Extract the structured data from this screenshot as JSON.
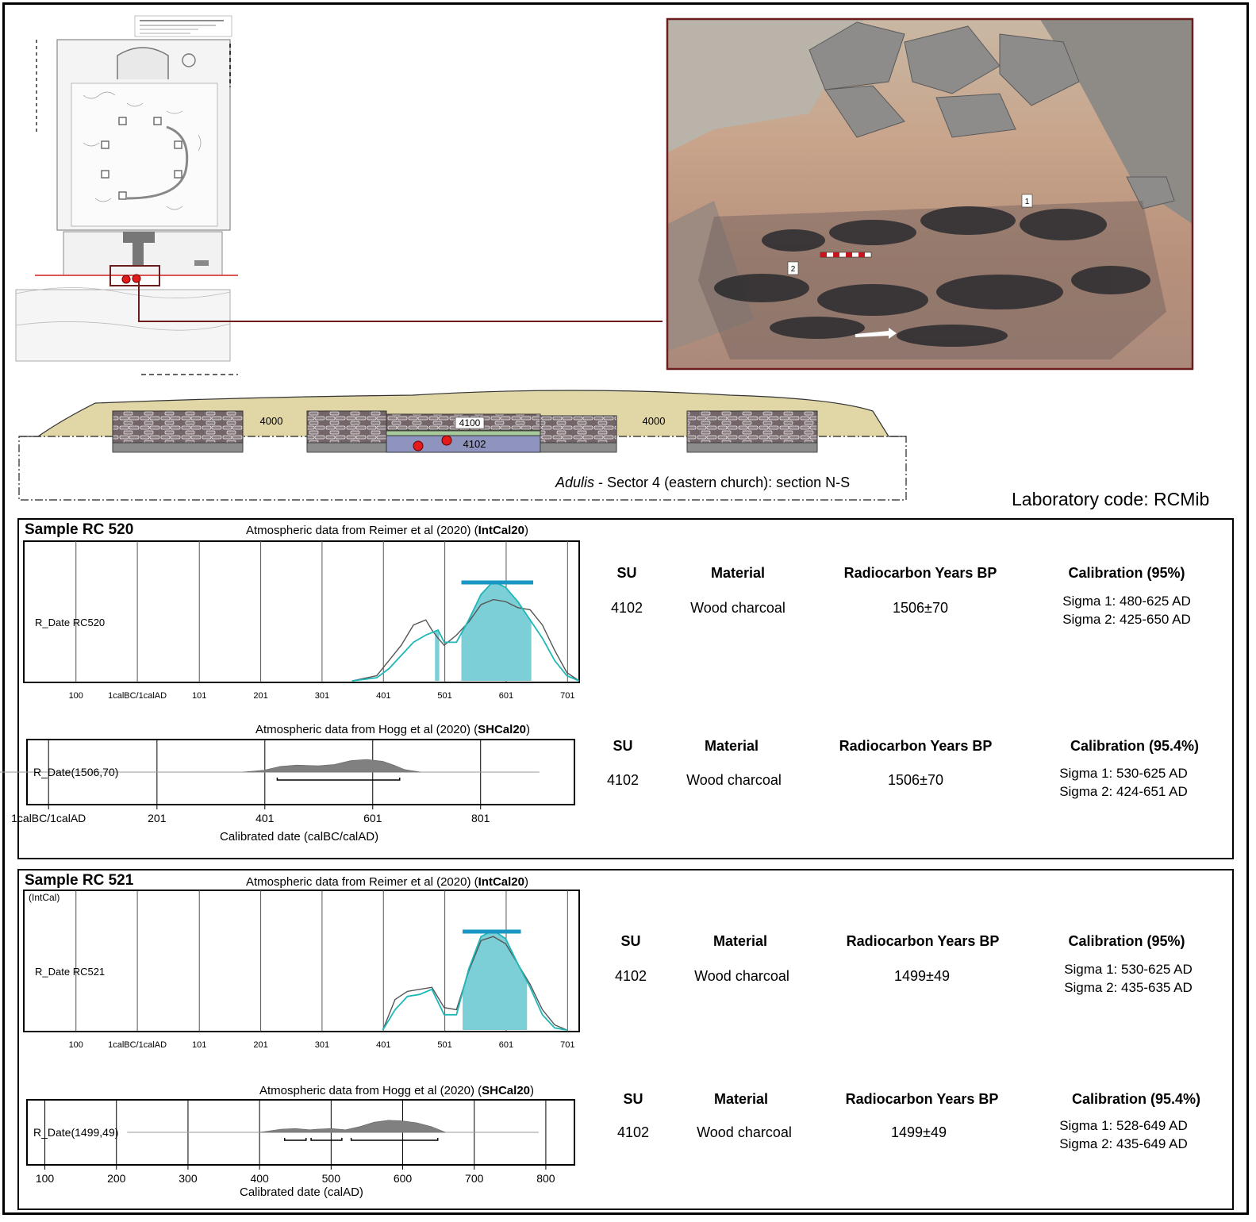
{
  "figure": {
    "section_caption_site": "Adulis",
    "section_caption_rest": " - Sector 4 (eastern church): section N-S",
    "lab_code": "Laboratory code: RCMib",
    "su_labels": {
      "left": "4000",
      "right": "4000",
      "top": "4100",
      "bottom": "4102"
    },
    "photo_tags": [
      "1",
      "2"
    ]
  },
  "table_headers": {
    "su": "SU",
    "material": "Material",
    "years": "Radiocarbon Years BP",
    "cal95": "Calibration (95%)",
    "cal954": "Calibration (95.4%)"
  },
  "samples": [
    {
      "title": "Sample RC 520",
      "intcal": {
        "atm_prefix": "Atmospheric data from Reimer et al (2020) (",
        "atm_bold": "IntCal20",
        "atm_suffix": ")",
        "rdate_label": "R_Date RC520",
        "row": {
          "su": "4102",
          "material": "Wood charcoal",
          "years": "1506±70",
          "sigma1": "Sigma 1: 480-625 AD",
          "sigma2": "Sigma 2: 425-650 AD"
        }
      },
      "shcal": {
        "atm_prefix": "Atmospheric data from Hogg et al (2020) (",
        "atm_bold": "SHCal20",
        "atm_suffix": ")",
        "rdate_label": "R_Date(1506,70)",
        "xlabel": "Calibrated date (calBC/calAD)",
        "row": {
          "su": "4102",
          "material": "Wood charcoal",
          "years": "1506±70",
          "sigma1": "Sigma 1: 530-625 AD",
          "sigma2": "Sigma 2: 424-651 AD"
        }
      }
    },
    {
      "title": "Sample RC 521",
      "intcal": {
        "atm_prefix": "Atmospheric data from Reimer et al (2020) (",
        "atm_bold": "IntCal20",
        "atm_suffix": ")",
        "corner_label": "(IntCal)",
        "rdate_label": "R_Date RC521",
        "row": {
          "su": "4102",
          "material": "Wood charcoal",
          "years": "1499±49",
          "sigma1": "Sigma 1: 530-625 AD",
          "sigma2": "Sigma 2: 435-635 AD"
        }
      },
      "shcal": {
        "atm_prefix": "Atmospheric data from Hogg et al (2020) (",
        "atm_bold": "SHCal20",
        "atm_suffix": ")",
        "rdate_label": "R_Date(1499,49)",
        "xlabel": "Calibrated date (calAD)",
        "row": {
          "su": "4102",
          "material": "Wood charcoal",
          "years": "1499±49",
          "sigma1": "Sigma 1: 528-649 AD",
          "sigma2": "Sigma 2: 435-649 AD"
        }
      }
    }
  ],
  "chart_data": [
    {
      "type": "area",
      "name_ref": "RC520 IntCal20",
      "x_ticks": [
        "100",
        "1calBC/1calAD",
        "101",
        "201",
        "301",
        "401",
        "501",
        "601",
        "701"
      ],
      "x_tick_values": [
        -100,
        0,
        101,
        201,
        301,
        401,
        501,
        601,
        701
      ],
      "xlim": [
        -185,
        720
      ],
      "outline_x": [
        350,
        390,
        410,
        430,
        450,
        470,
        480,
        490,
        500,
        520,
        540,
        560,
        580,
        600,
        620,
        640,
        660,
        680,
        700,
        720
      ],
      "outline_y": [
        0,
        0.05,
        0.2,
        0.35,
        0.55,
        0.6,
        0.5,
        0.42,
        0.35,
        0.45,
        0.58,
        0.75,
        0.8,
        0.78,
        0.72,
        0.7,
        0.55,
        0.3,
        0.08,
        0
      ],
      "posterior_x": [
        350,
        390,
        410,
        430,
        450,
        470,
        490,
        500,
        520,
        540,
        560,
        580,
        600,
        620,
        640,
        660,
        680,
        700,
        720
      ],
      "posterior_y": [
        0,
        0.03,
        0.12,
        0.25,
        0.38,
        0.45,
        0.5,
        0.38,
        0.38,
        0.6,
        0.85,
        0.98,
        0.92,
        0.78,
        0.6,
        0.42,
        0.2,
        0.05,
        0
      ],
      "sigma_bars": [
        [
          528,
          645
        ]
      ],
      "shaded_ranges": [
        [
          485,
          492
        ],
        [
          528,
          642
        ]
      ],
      "line_color": "#1fb7b7",
      "fill_color": "#7ccfd6",
      "bar_color": "#1a96c4"
    },
    {
      "type": "area",
      "name_ref": "RC520 SHCal20",
      "x_ticks": [
        "1calBC/1calAD",
        "201",
        "401",
        "601",
        "801"
      ],
      "x_tick_values": [
        0,
        201,
        401,
        601,
        801
      ],
      "xlim": [
        -40,
        975
      ],
      "line_range": [
        -130,
        910
      ],
      "dist_x": [
        360,
        400,
        430,
        460,
        500,
        530,
        560,
        590,
        620,
        640,
        660,
        690
      ],
      "dist_y": [
        0,
        0.15,
        0.45,
        0.55,
        0.5,
        0.6,
        0.9,
        1.0,
        0.85,
        0.55,
        0.2,
        0
      ],
      "bracket": [
        424,
        651
      ],
      "fill_color": "#808080"
    },
    {
      "type": "area",
      "name_ref": "RC521 IntCal20",
      "x_ticks": [
        "100",
        "1calBC/1calAD",
        "101",
        "201",
        "301",
        "401",
        "501",
        "601",
        "701"
      ],
      "x_tick_values": [
        -100,
        0,
        101,
        201,
        301,
        401,
        501,
        601,
        701
      ],
      "xlim": [
        -185,
        720
      ],
      "outline_x": [
        400,
        420,
        440,
        460,
        480,
        500,
        520,
        540,
        560,
        580,
        600,
        620,
        640,
        660,
        680,
        700
      ],
      "outline_y": [
        0,
        0.3,
        0.38,
        0.4,
        0.42,
        0.22,
        0.2,
        0.58,
        0.88,
        0.92,
        0.85,
        0.65,
        0.45,
        0.2,
        0.05,
        0
      ],
      "posterior_x": [
        400,
        420,
        440,
        460,
        480,
        500,
        520,
        540,
        560,
        580,
        600,
        620,
        640,
        660,
        680,
        700
      ],
      "posterior_y": [
        0,
        0.2,
        0.33,
        0.35,
        0.4,
        0.15,
        0.15,
        0.6,
        0.92,
        0.98,
        0.9,
        0.65,
        0.42,
        0.15,
        0.02,
        0
      ],
      "sigma_bars": [
        [
          530,
          625
        ]
      ],
      "shaded_ranges": [
        [
          530,
          635
        ]
      ],
      "line_color": "#1fb7b7",
      "fill_color": "#7ccfd6",
      "bar_color": "#1a96c4"
    },
    {
      "type": "area",
      "name_ref": "RC521 SHCal20",
      "x_ticks": [
        "100",
        "200",
        "300",
        "400",
        "500",
        "600",
        "700",
        "800"
      ],
      "x_tick_values": [
        100,
        200,
        300,
        400,
        500,
        600,
        700,
        800
      ],
      "xlim": [
        75,
        840
      ],
      "line_range": [
        215,
        790
      ],
      "dist_x": [
        400,
        430,
        450,
        470,
        480,
        500,
        520,
        540,
        560,
        580,
        600,
        620,
        640,
        660
      ],
      "dist_y": [
        0,
        0.25,
        0.3,
        0.2,
        0.25,
        0.3,
        0.2,
        0.45,
        0.8,
        0.95,
        0.9,
        0.75,
        0.45,
        0
      ],
      "brackets": [
        [
          435,
          465
        ],
        [
          472,
          515
        ],
        [
          528,
          649
        ]
      ],
      "fill_color": "#808080"
    }
  ]
}
